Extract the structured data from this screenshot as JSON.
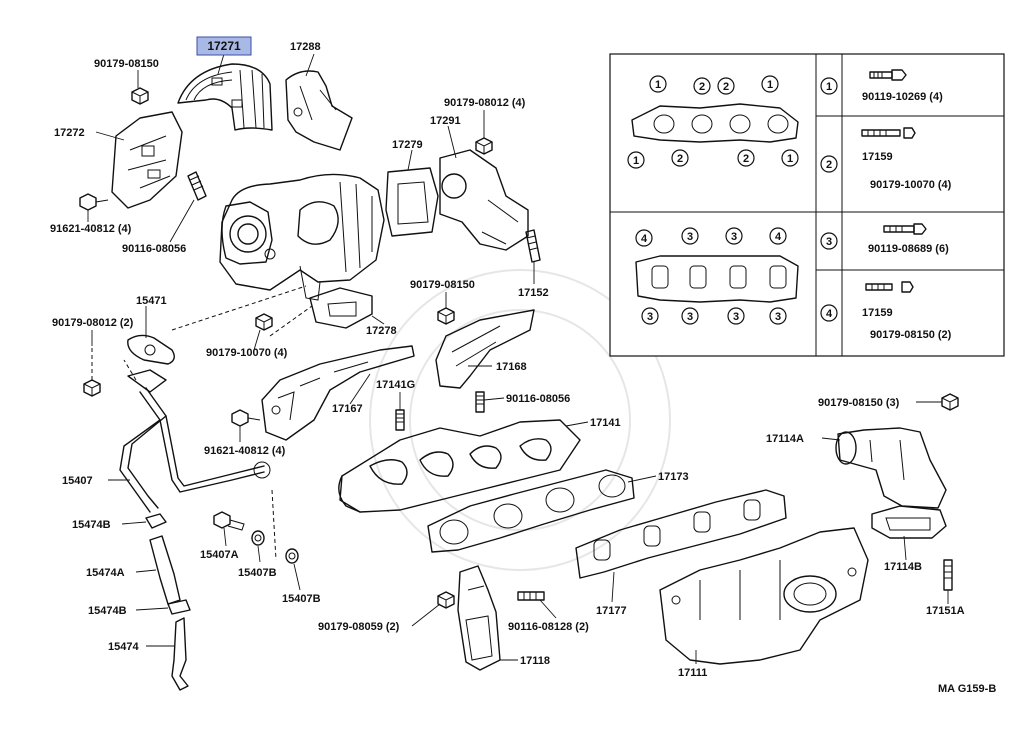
{
  "highlighted_part": "17271",
  "reference_code": "MA G159-B",
  "parts": [
    {
      "id": "p-17271",
      "label": "17271"
    },
    {
      "id": "p-17288",
      "label": "17288"
    },
    {
      "id": "p-90179-08150-a",
      "label": "90179-08150"
    },
    {
      "id": "p-17272",
      "label": "17272"
    },
    {
      "id": "p-91621-40812-a",
      "label": "91621-40812 (4)"
    },
    {
      "id": "p-90116-08056-a",
      "label": "90116-08056"
    },
    {
      "id": "p-90179-08012-a",
      "label": "90179-08012 (4)"
    },
    {
      "id": "p-17291",
      "label": "17291"
    },
    {
      "id": "p-17279",
      "label": "17279"
    },
    {
      "id": "p-17152",
      "label": "17152"
    },
    {
      "id": "p-15471",
      "label": "15471"
    },
    {
      "id": "p-90179-08012-b",
      "label": "90179-08012 (2)"
    },
    {
      "id": "p-90179-08150-b",
      "label": "90179-08150"
    },
    {
      "id": "p-17278",
      "label": "17278"
    },
    {
      "id": "p-90179-10070",
      "label": "90179-10070 (4)"
    },
    {
      "id": "p-17168",
      "label": "17168"
    },
    {
      "id": "p-17141G",
      "label": "17141G"
    },
    {
      "id": "p-17167",
      "label": "17167"
    },
    {
      "id": "p-90116-08056-b",
      "label": "90116-08056"
    },
    {
      "id": "p-91621-40812-b",
      "label": "91621-40812 (4)"
    },
    {
      "id": "p-17141",
      "label": "17141"
    },
    {
      "id": "p-15407",
      "label": "15407"
    },
    {
      "id": "p-17173",
      "label": "17173"
    },
    {
      "id": "p-15474B-a",
      "label": "15474B"
    },
    {
      "id": "p-15407A",
      "label": "15407A"
    },
    {
      "id": "p-15407B-a",
      "label": "15407B"
    },
    {
      "id": "p-15407B-b",
      "label": "15407B"
    },
    {
      "id": "p-15474A",
      "label": "15474A"
    },
    {
      "id": "p-15474B-b",
      "label": "15474B"
    },
    {
      "id": "p-15474",
      "label": "15474"
    },
    {
      "id": "p-90179-08059",
      "label": "90179-08059 (2)"
    },
    {
      "id": "p-90116-08128",
      "label": "90116-08128 (2)"
    },
    {
      "id": "p-17118",
      "label": "17118"
    },
    {
      "id": "p-17177",
      "label": "17177"
    },
    {
      "id": "p-17111",
      "label": "17111"
    },
    {
      "id": "p-90179-08150-c",
      "label": "90179-08150 (3)"
    },
    {
      "id": "p-17114A",
      "label": "17114A"
    },
    {
      "id": "p-17114B",
      "label": "17114B"
    },
    {
      "id": "p-17151A",
      "label": "17151A"
    }
  ],
  "legend": {
    "rows": [
      {
        "key": "1",
        "lines": [
          {
            "part": "90119-10269 (4)"
          }
        ]
      },
      {
        "key": "2",
        "lines": [
          {
            "part": "17159"
          },
          {
            "part": "90179-10070 (4)"
          }
        ]
      },
      {
        "key": "3",
        "lines": [
          {
            "part": "90119-08689 (6)"
          }
        ]
      },
      {
        "key": "4",
        "lines": [
          {
            "part": "17159"
          },
          {
            "part": "90179-08150 (2)"
          }
        ]
      }
    ],
    "gasket_top_upper": [
      "1",
      "2",
      "2",
      "1"
    ],
    "gasket_top_lower": [
      "1",
      "2",
      "2",
      "1"
    ],
    "gasket_bottom_upper": [
      "4",
      "3",
      "3",
      "4"
    ],
    "gasket_bottom_lower": [
      "3",
      "3",
      "3",
      "3"
    ]
  }
}
